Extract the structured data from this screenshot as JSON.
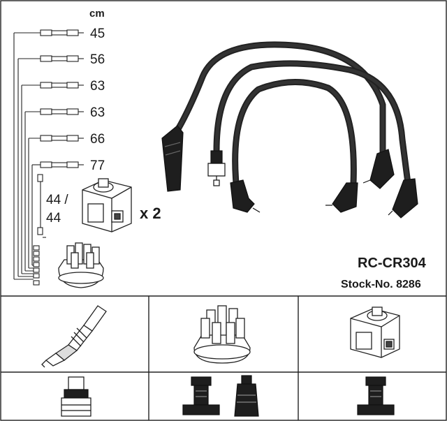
{
  "unit_label": "cm",
  "lengths": [
    "45",
    "56",
    "63",
    "63",
    "66",
    "77"
  ],
  "coil_lead_top": "44 /",
  "coil_lead_bottom": "44",
  "coil_multiplier": "x 2",
  "model": "RC-CR304",
  "stock_number": "Stock-No. 8286"
}
